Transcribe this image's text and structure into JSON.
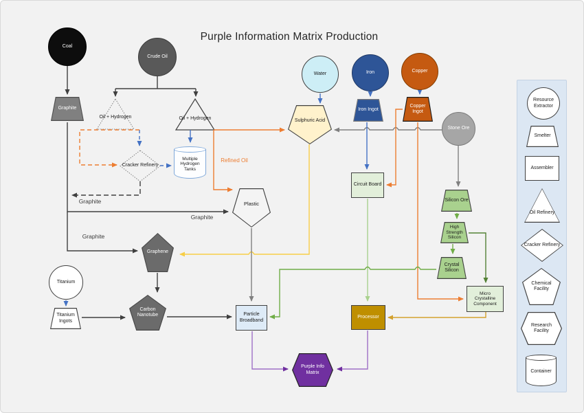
{
  "title": "Purple Information Matrix Production",
  "colors": {
    "canvas": "#f2f2f2",
    "coal": "#0d0d0d",
    "dark_gray": "#595959",
    "gray": "#808080",
    "mid_gray": "#a6a6a6",
    "steel": "#6b6b6b",
    "white": "#ffffff",
    "plastic_fill": "#f4f4f4",
    "water": "#cdeef6",
    "iron_blue": "#2e5597",
    "copper": "#c55a11",
    "cream": "#fff2cc",
    "light_green": "#e2efda",
    "green_fill": "#a9d18e",
    "gold_fill": "#bf8f00",
    "light_blue": "#deebf7",
    "purple": "#7030a0",
    "legend_bg": "#dce7f3",
    "tank_stroke": "#7fa8d9",
    "border_dark": "#404040",
    "line_black": "#3f3f3f",
    "line_gray": "#808080",
    "line_blue": "#4472c4",
    "line_orange": "#ed7d31",
    "line_yellow": "#f7ce46",
    "line_gold": "#d3a12e",
    "line_green": "#70ad47",
    "line_lgreen": "#a9d18e",
    "line_dgreen": "#538135",
    "line_purple": "#9e6fc6"
  },
  "nodes": {
    "coal": {
      "label": "Coal"
    },
    "crude_oil": {
      "label": "Crude Oil"
    },
    "graphite": {
      "label": "Graphite"
    },
    "oil_hydrogen_alt": {
      "label": "Oil + Hydrogen"
    },
    "oil_hydrogen": {
      "label": "Oil + Hydrogen"
    },
    "cracker_refinery": {
      "label": "Cracker Refinery"
    },
    "hydrogen_tanks": {
      "label": "Multiple Hydrogen Tanks"
    },
    "water": {
      "label": "Water"
    },
    "iron": {
      "label": "Iron"
    },
    "copper": {
      "label": "Copper"
    },
    "stone_ore": {
      "label": "Stone Ore"
    },
    "iron_ingot": {
      "label": "Iron Ingot"
    },
    "copper_ingot": {
      "label": "Copper Ingot"
    },
    "sulphuric_acid": {
      "label": "Sulphuric Acid"
    },
    "circuit_board": {
      "label": "Circuit Board"
    },
    "silicon_ore": {
      "label": "Silicon Ore"
    },
    "high_strength_silicon": {
      "label": "High Strength Silicon"
    },
    "crystal_silicon": {
      "label": "Crystal Silicon"
    },
    "micro_crystalline": {
      "label": "Micro Crystalline Component"
    },
    "plastic": {
      "label": "Plastic"
    },
    "graphene": {
      "label": "Graphene"
    },
    "titanium": {
      "label": "Titanium"
    },
    "titanium_ingots": {
      "label": "Titanium Ingots"
    },
    "carbon_nanotube": {
      "label": "Carbon Nanotube"
    },
    "particle_broadband": {
      "label": "Particle Broadband"
    },
    "processor": {
      "label": "Processor"
    },
    "purple_info_matrix": {
      "label": "Purple Info Matrix"
    }
  },
  "edge_labels": {
    "graphite_upper": "Graphite",
    "graphite_mid": "Graphite",
    "graphite_lower": "Graphite",
    "refined_oil": "Refined Oil"
  },
  "legend": {
    "items": [
      {
        "shape": "circle",
        "label": "Resource Extractor"
      },
      {
        "shape": "trapezoid",
        "label": "Smelter"
      },
      {
        "shape": "rectangle",
        "label": "Assembler"
      },
      {
        "shape": "triangle",
        "label": "Oil Refinery"
      },
      {
        "shape": "diamond",
        "label": "Cracker Refinery"
      },
      {
        "shape": "pentagon",
        "label": "Chemical Facility"
      },
      {
        "shape": "hexagon",
        "label": "Research Facility"
      },
      {
        "shape": "cylinder",
        "label": "Container"
      }
    ]
  }
}
